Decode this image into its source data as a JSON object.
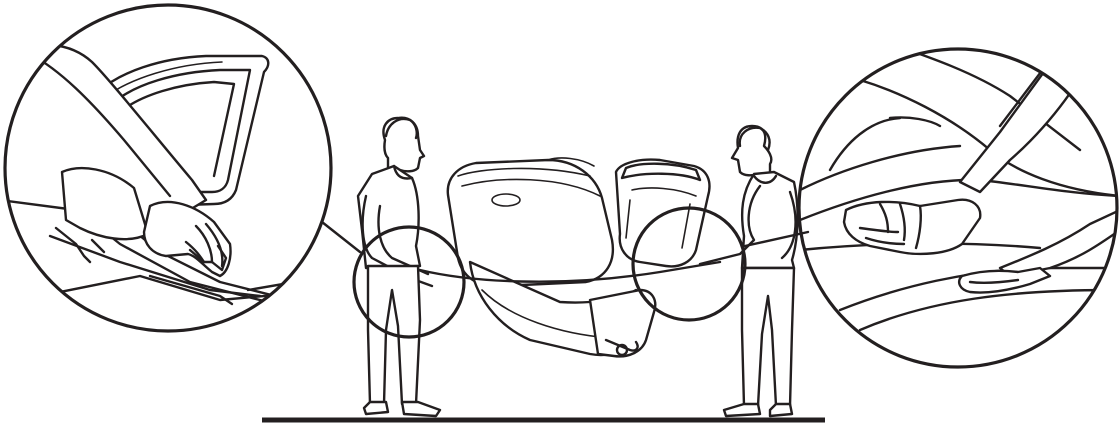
{
  "figure": {
    "subject": "two-person-carry-of-massage-chair",
    "colors": {
      "ink": "#231f20",
      "background": "#ffffff"
    },
    "callouts": [
      {
        "id": "left-detail",
        "shows": "hand-gripping-lower-frame-front"
      },
      {
        "id": "right-detail",
        "shows": "hands-gripping-under-base-rear"
      }
    ]
  }
}
